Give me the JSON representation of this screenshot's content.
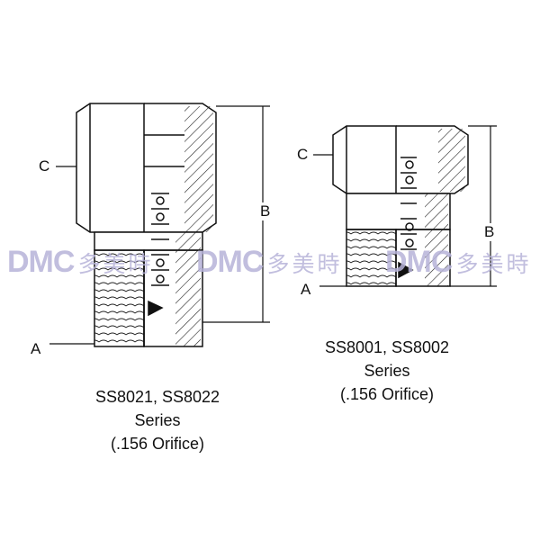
{
  "left_fitting": {
    "labels": {
      "a": "A",
      "b": "B",
      "c": "C"
    },
    "caption": [
      "SS8021, SS8022",
      "Series",
      "(.156 Orifice)"
    ]
  },
  "right_fitting": {
    "labels": {
      "a": "A",
      "b": "B",
      "c": "C"
    },
    "caption": [
      "SS8001, SS8002",
      "Series",
      "(.156 Orifice)"
    ]
  },
  "watermark": {
    "latin": "DMC",
    "cjk": "多美時",
    "color": "#b7b3d9"
  }
}
